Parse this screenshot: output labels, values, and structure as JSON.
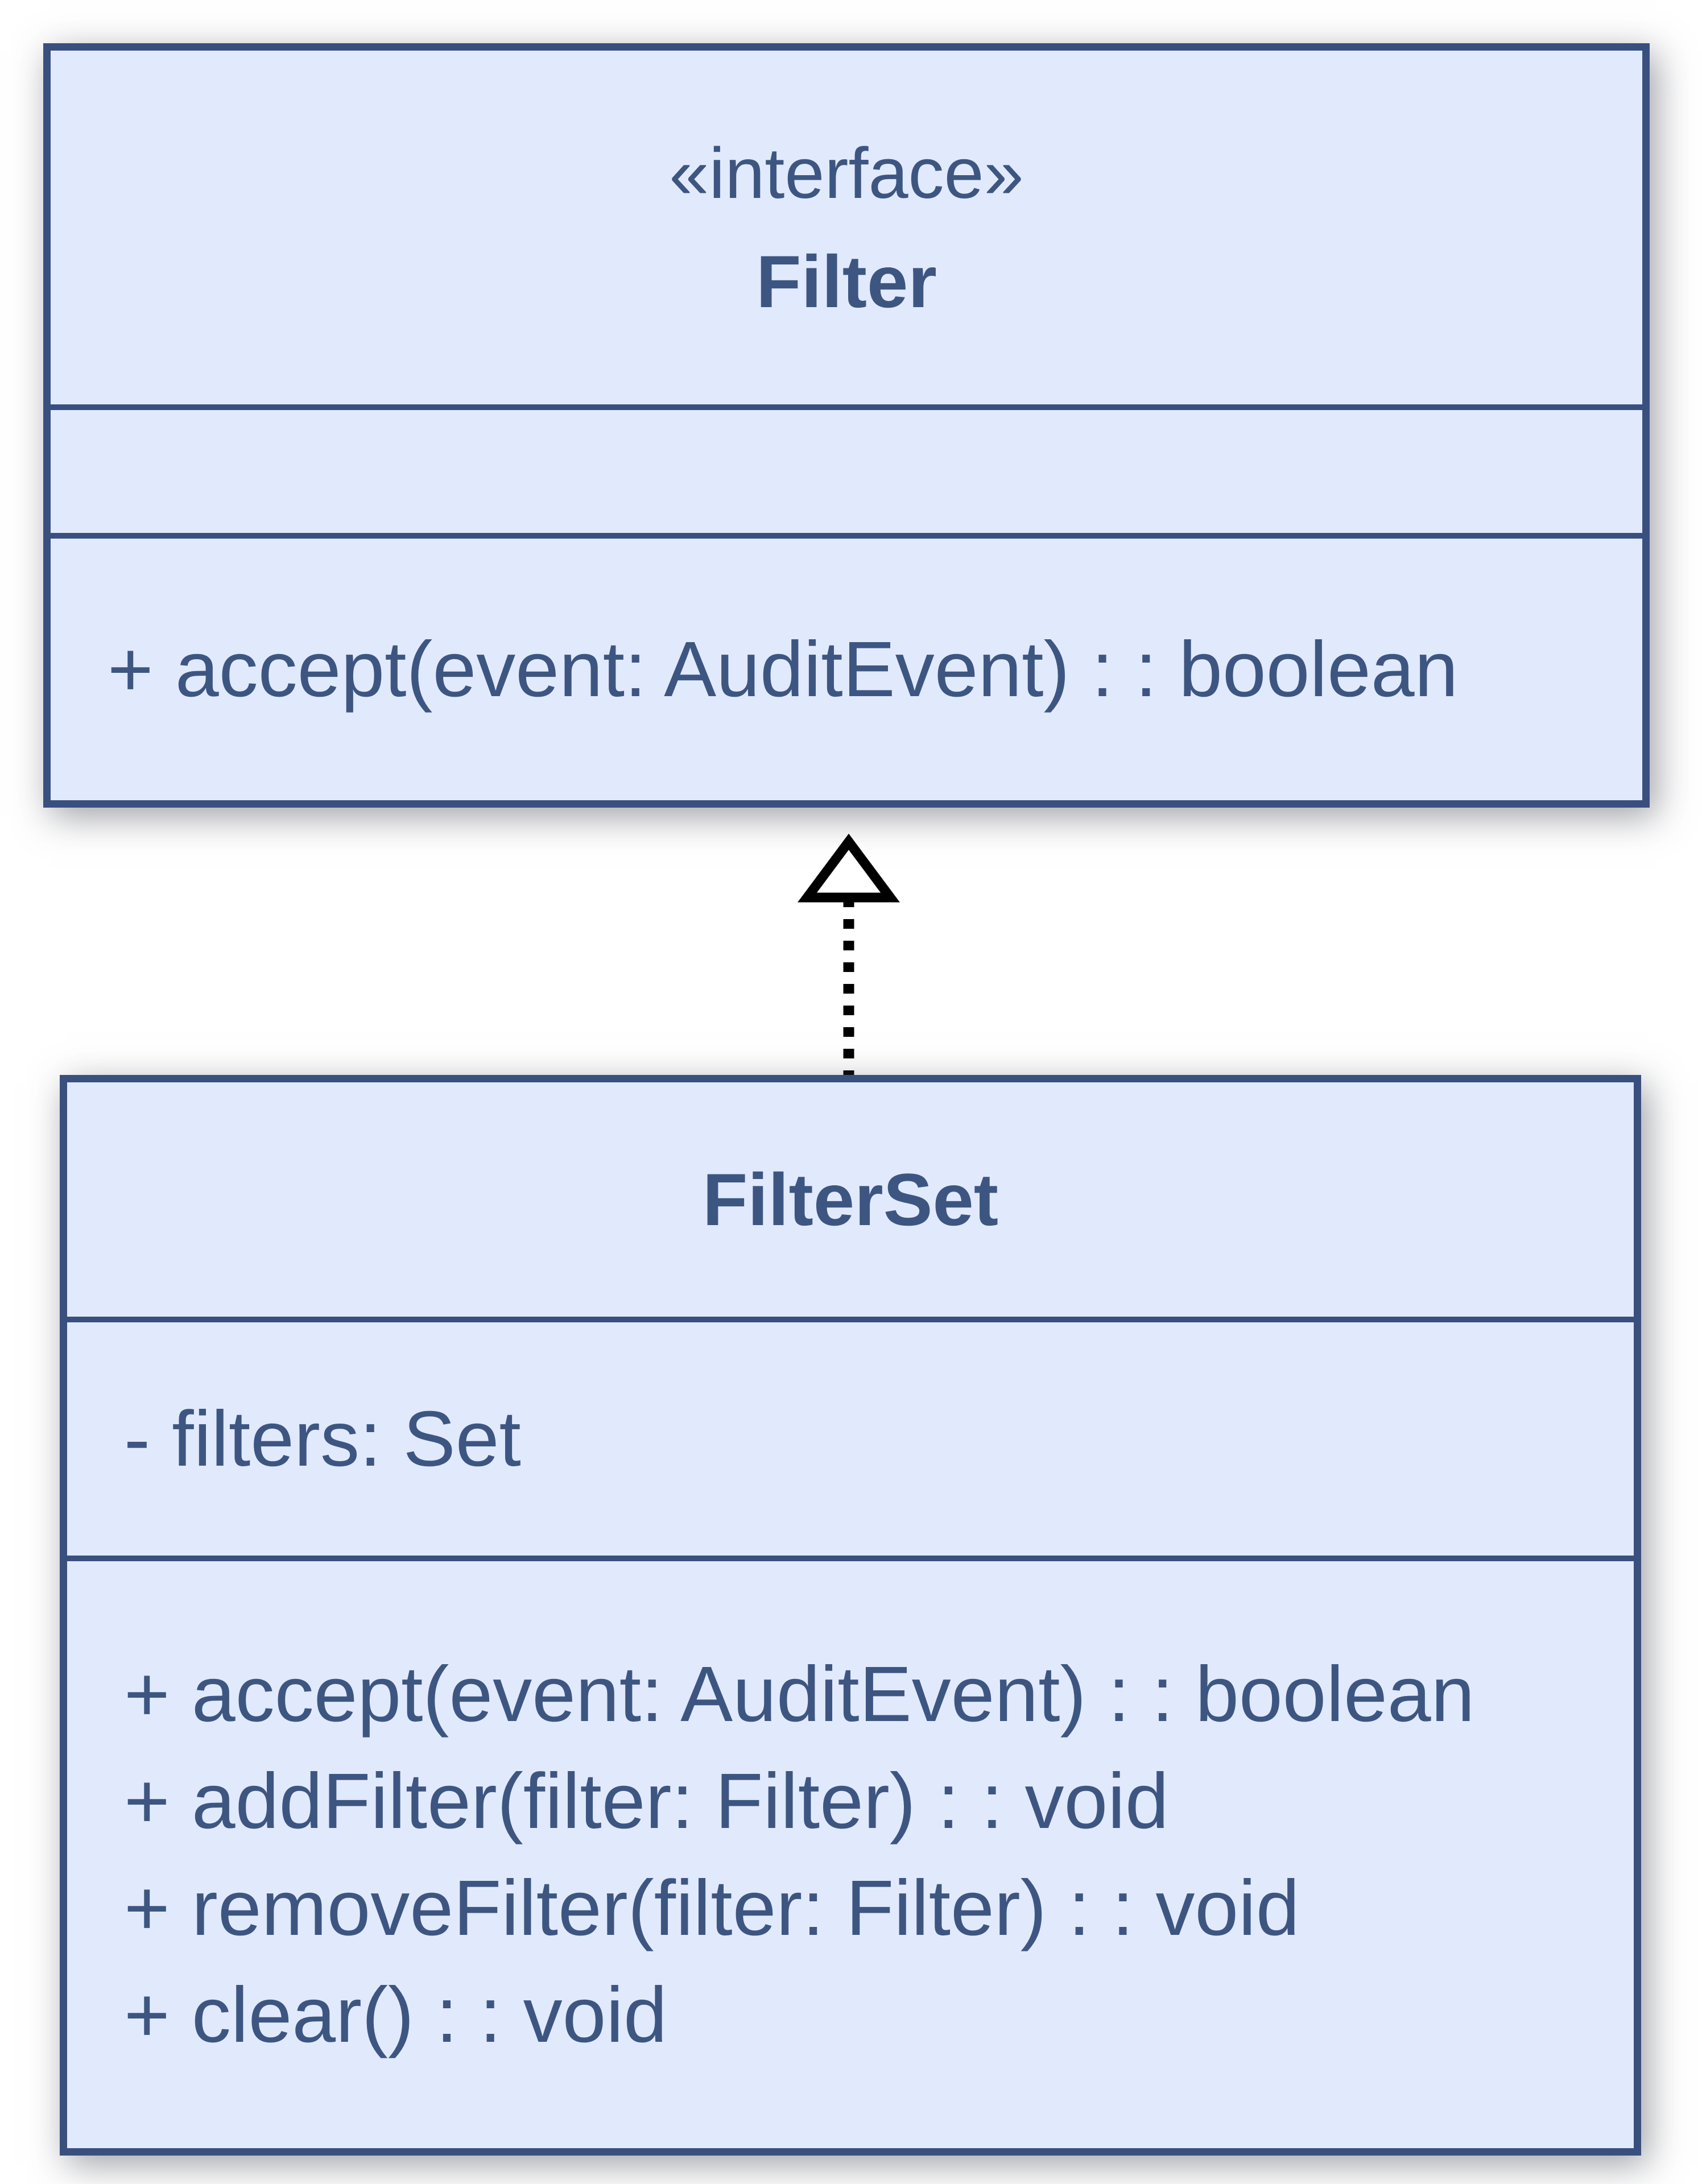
{
  "interface_box": {
    "stereotype": "«interface»",
    "name": "Filter",
    "attributes": [],
    "methods": [
      "+ accept(event: AuditEvent) : : boolean"
    ]
  },
  "class_box": {
    "name": "FilterSet",
    "attributes": [
      "- filters: Set"
    ],
    "methods": [
      "+ accept(event: AuditEvent) : : boolean",
      "+ addFilter(filter: Filter) : : void",
      "+ removeFilter(filter: Filter) : : void",
      "+ clear() : : void"
    ]
  },
  "relationship": {
    "type": "realization",
    "from": "FilterSet",
    "to": "Filter",
    "line_style": "dashed",
    "arrow_head": "hollow-triangle"
  },
  "colors": {
    "box_fill": "#e1e9fc",
    "box_border": "#39507e",
    "text": "#3d5681",
    "arrow": "#000000",
    "background": "#ffffff"
  }
}
